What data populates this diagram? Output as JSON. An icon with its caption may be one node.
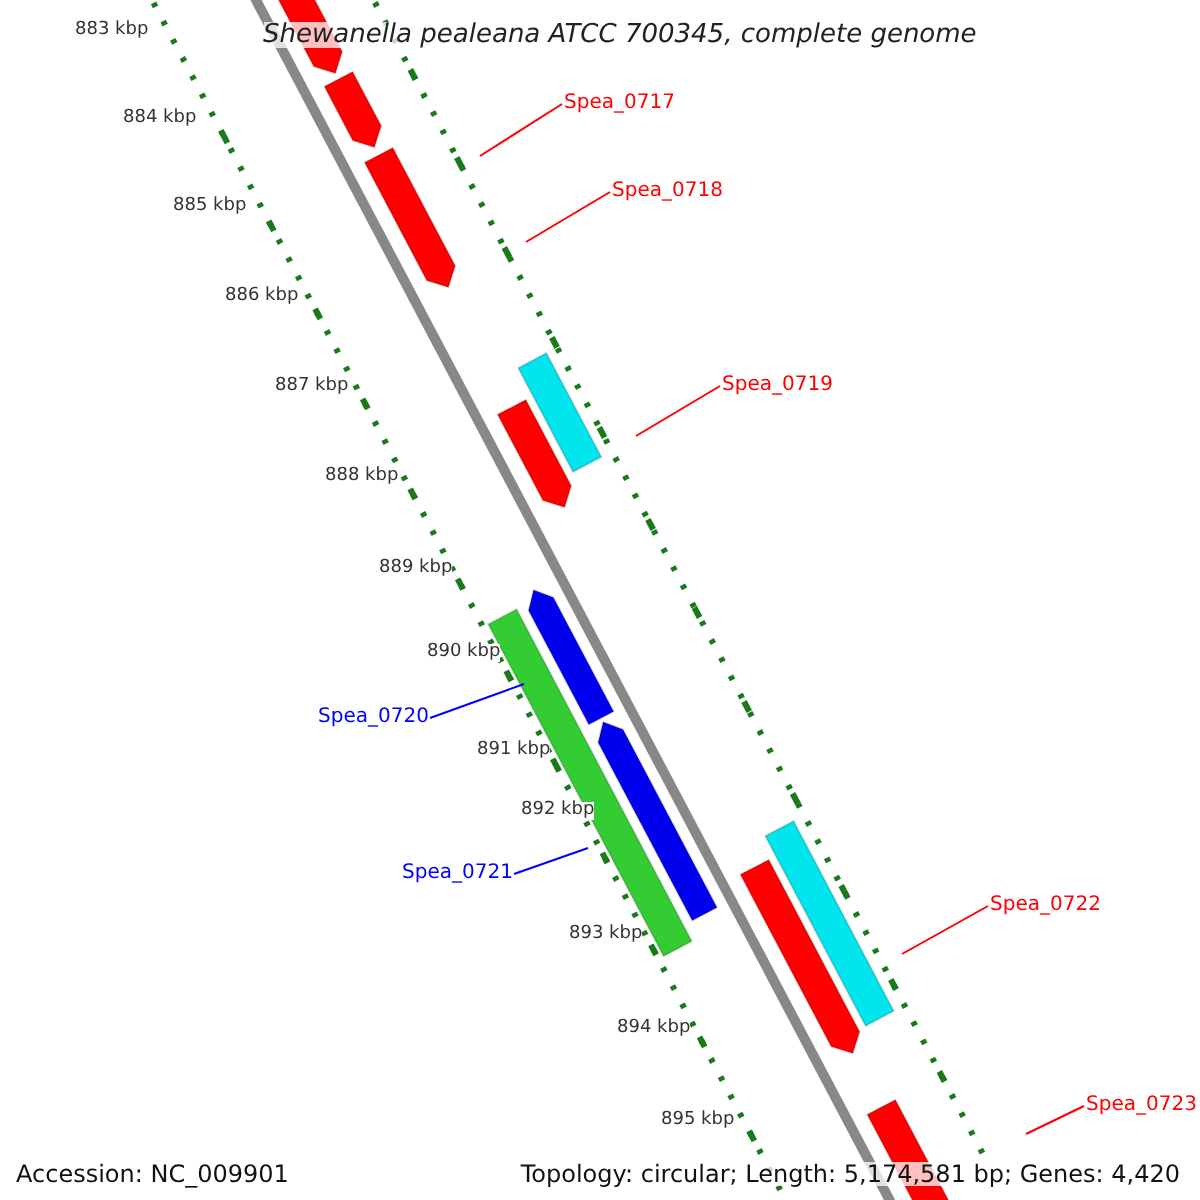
{
  "diagram": {
    "title": "Shewanella pealeana ATCC 700345, complete genome",
    "nodes": [
      {
        "text": [
          "Spea_0717"
        ]
      },
      {
        "text": [
          "Spea_0718"
        ]
      },
      {
        "text": [
          "Spea_0719"
        ]
      },
      {
        "text": [
          "Spea_0720"
        ]
      },
      {
        "text": [
          "Spea_0721"
        ]
      },
      {
        "text": [
          "Spea_0722"
        ]
      },
      {
        "text": [
          "Spea_0723"
        ]
      }
    ],
    "edges": [
      {
        "from": 0,
        "to": null,
        "arrow": "none"
      },
      {
        "from": 1,
        "to": null,
        "arrow": "none"
      },
      {
        "from": 2,
        "to": null,
        "arrow": "none"
      },
      {
        "from": 3,
        "to": null,
        "arrow": "none",
        "color": "#0000ff"
      },
      {
        "from": 4,
        "to": null,
        "arrow": "none",
        "color": "#0000ff"
      },
      {
        "from": 5,
        "to": null,
        "arrow": "none"
      },
      {
        "from": 6,
        "to": null,
        "arrow": "none"
      }
    ],
    "labels": [
      "883 kbp",
      "884 kbp",
      "885 kbp",
      "886 kbp",
      "887 kbp",
      "888 kbp",
      "889 kbp",
      "890 kbp",
      "891 kbp",
      "892 kbp",
      "893 kbp",
      "894 kbp",
      "895 kbp",
      "Accession: NC_009901",
      "Topology: circular; Length: 5,174,581 bp; Genes: 4,420"
    ]
  }
}
